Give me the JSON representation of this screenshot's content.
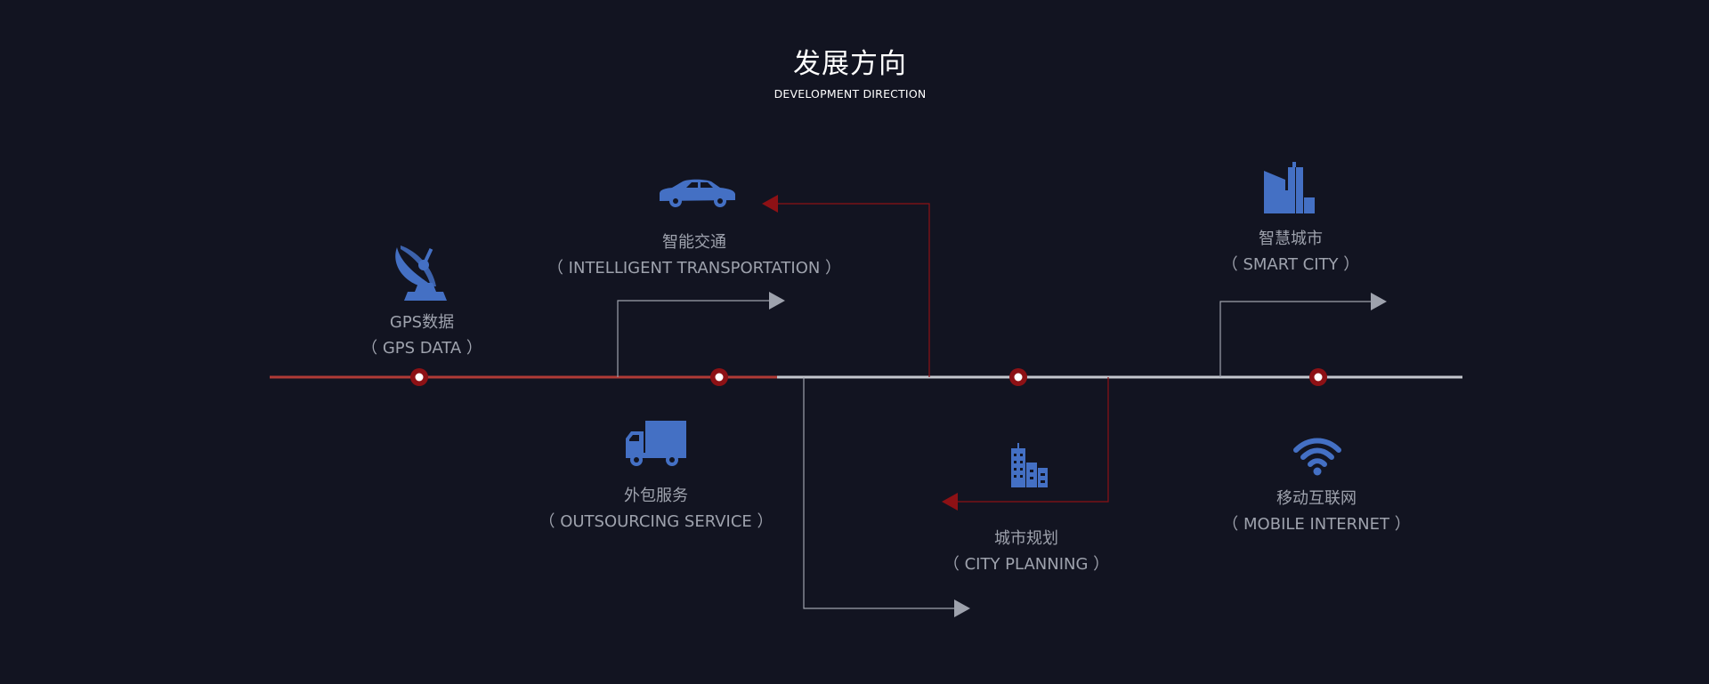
{
  "header": {
    "title": "发展方向",
    "subtitle": "DEVELOPMENT DIRECTION"
  },
  "colors": {
    "background": "#121421",
    "accent_red": "#8d1115",
    "timeline_red": "#b03a36",
    "timeline_gray": "#c4c7ce",
    "icon_blue": "#4470c4",
    "text_gray": "#9ea2ad"
  },
  "nodes": [
    {
      "key": "gps",
      "title": "GPS数据",
      "subtitle": "（ GPS DATA ）",
      "icon": "satellite-dish-icon"
    },
    {
      "key": "transport",
      "title": "智能交通",
      "subtitle": "（ INTELLIGENT TRANSPORTATION ）",
      "icon": "car-icon"
    },
    {
      "key": "outsourcing",
      "title": "外包服务",
      "subtitle": "（ OUTSOURCING SERVICE ）",
      "icon": "truck-icon"
    },
    {
      "key": "planning",
      "title": "城市规划",
      "subtitle": "（ CITY PLANNING ）",
      "icon": "buildings-icon"
    },
    {
      "key": "smartcity",
      "title": "智慧城市",
      "subtitle": "（ SMART CITY ）",
      "icon": "city-skyline-icon"
    },
    {
      "key": "mobile",
      "title": "移动互联网",
      "subtitle": "（ MOBILE INTERNET ）",
      "icon": "wifi-icon"
    }
  ]
}
